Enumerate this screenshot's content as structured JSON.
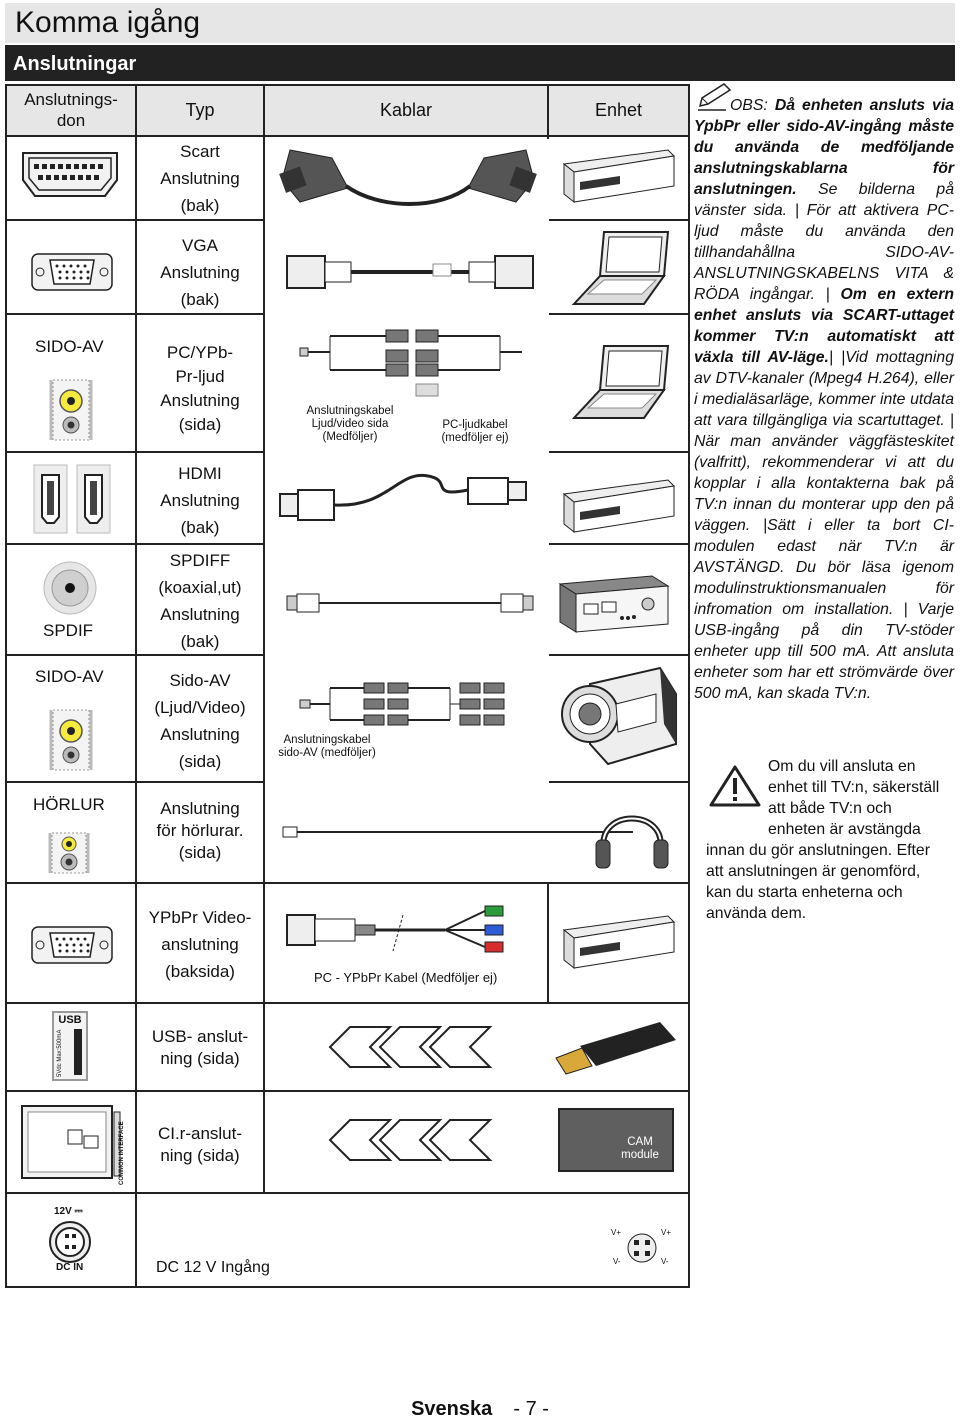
{
  "page_title": "Komma igång",
  "section_title": "Anslutningar",
  "headers": {
    "ports": "Anslutnings-\ndon",
    "type": "Typ",
    "cables": "Kablar",
    "device": "Enhet"
  },
  "rows": {
    "scart": {
      "type": "Scart\nAnslutning\n(bak)"
    },
    "vga": {
      "type": "VGA\nAnslutning\n(bak)"
    },
    "pcaudio": {
      "port_label": "SIDO-AV",
      "type": "PC/YPb-\nPr-ljud\nAnslutning\n(sida)",
      "cable_label_1": "Anslutningskabel\nLjud/video sida\n(Medföljer)",
      "cable_label_2": "PC-ljudkabel\n(medföljer ej)"
    },
    "hdmi": {
      "type": "HDMI\nAnslutning\n(bak)"
    },
    "spdif": {
      "port_label": "SPDIF",
      "type": "SPDIFF\n(koaxial,ut)\nAnslutning\n(bak)"
    },
    "sideav": {
      "port_label": "SIDO-AV",
      "type": "Sido-AV\n(Ljud/Video)\nAnslutning\n(sida)",
      "cable_label": "Anslutningskabel\nsido-AV (medföljer)"
    },
    "headphone": {
      "port_label": "HÖRLUR",
      "type": "Anslutning\nför hörlurar.\n(sida)"
    },
    "ypbpr": {
      "type": "YPbPr Video-\nanslutning\n(baksida)",
      "cable_label": "PC - YPbPr Kabel (Medföljer ej)"
    },
    "usb": {
      "port_label": "USB",
      "port_sub": "5Vdc Max:500mA",
      "type": "USB- anslut-\nning (sida)"
    },
    "ci": {
      "port_sub": "COMMON INTERFACE",
      "type": "CI.r-anslut-\nning (sida)",
      "cam_label": "CAM\nmodule"
    },
    "dc": {
      "port_top": "12V ⎓",
      "port_bottom": "DC IN",
      "type": "DC 12 V Ingång",
      "pin_labels": [
        "V+",
        "V+",
        "V-",
        "V-"
      ]
    }
  },
  "side_notes_html_parts": {
    "p1_obs": "OBS: ",
    "p1_bold": "Då enheten ansluts via YpbPr eller sido-AV-ingång måste du använda de medföljande anslutningskablarna för anslutningen.",
    "p1_rest": " Se bilderna på vänster sida. | För att aktivera PC-ljud måste du använda den tillhandahållna SIDO-AV-ANSLUTNINGSKABELNS VITA & RÖDA ingångar. | ",
    "p2_bold": "Om en extern enhet ansluts via SCART-uttaget kommer TV:n automatiskt att växla till AV-läge.",
    "p2_rest": "| |Vid mottagning av DTV-kanaler (Mpeg4 H.264), eller i medialäsarläge, kommer inte utdata att vara tillgängliga via scartuttaget. | När man använder väggfästeskitet (valfritt), rekommenderar vi att du kopplar i alla kontakterna bak på TV:n innan du monterar upp den på väggen. |Sätt i eller ta bort CI-modulen edast när TV:n är AVSTÄNGD. Du bör läsa igenom modulinstruktionsmanualen för infromation om installation. | Varje USB-ingång på din TV-stöder enheter upp till 500 mA. Att ansluta enheter som har ett strömvärde över 500 mA, kan skada TV:n."
  },
  "warning_text": "Om du vill ansluta en enhet till TV:n, säkerställ att både TV:n och enheten är avstängda innan du gör anslutningen. Efter att anslutningen är genomförd, kan du starta enheterna och använda dem.",
  "footer": {
    "language": "Svenska",
    "page": "- 7 -"
  }
}
